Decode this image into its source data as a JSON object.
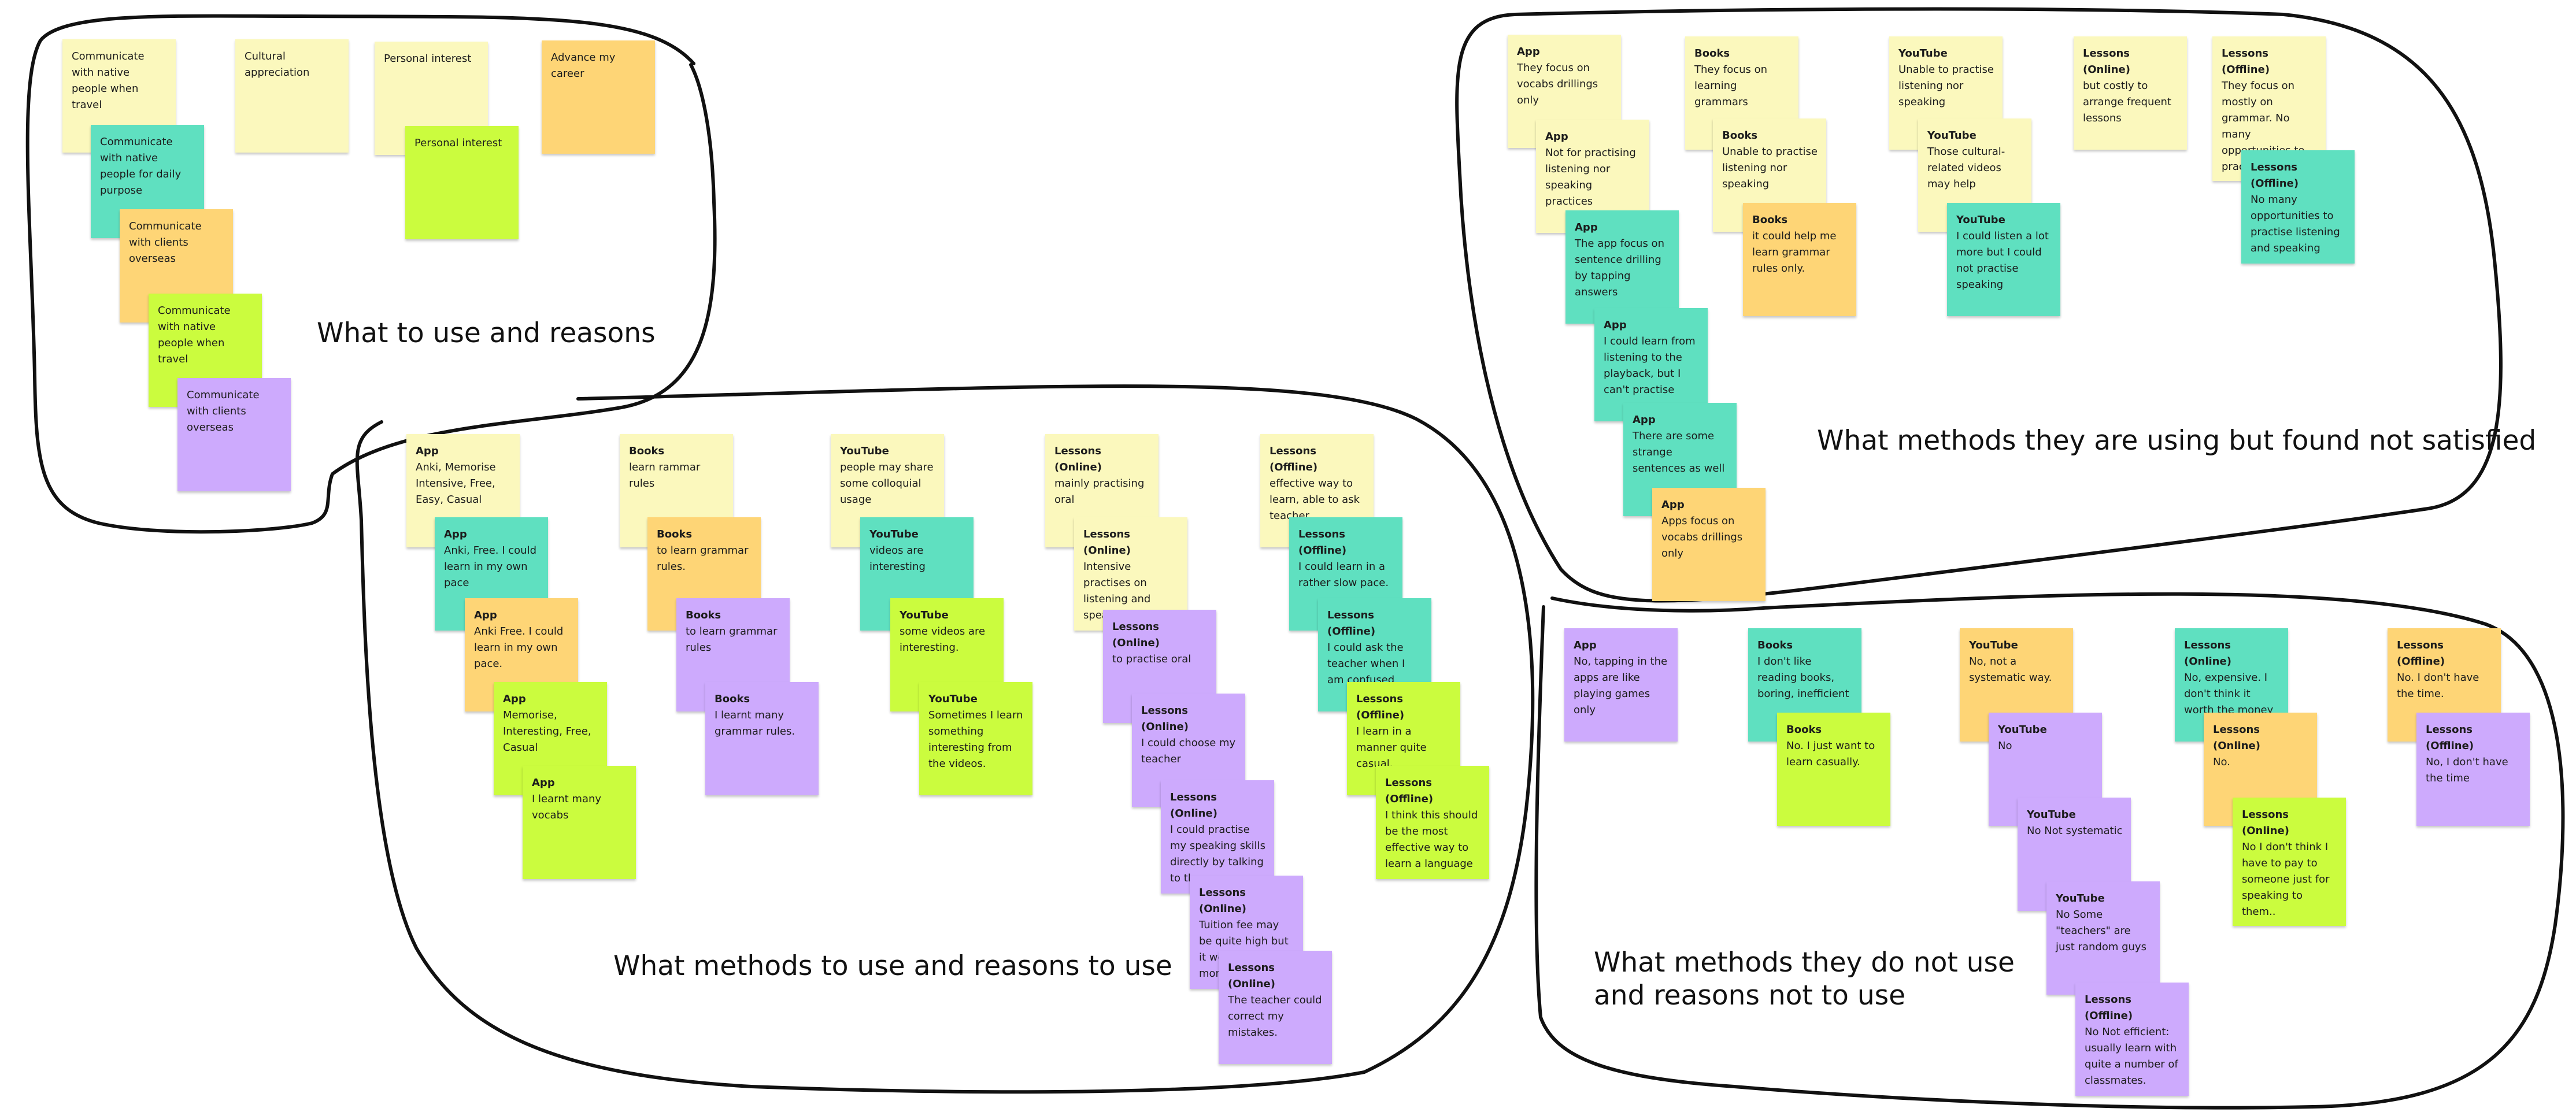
{
  "board": {
    "section_labels": {
      "what_to_use": "What to use and reasons",
      "not_satisfied": "What methods they are using but found not satisfied",
      "use_reasons": "What methods to use and reasons to use",
      "not_use_line1": "What methods they do not use",
      "not_use_line2": "and reasons not to use"
    },
    "colors": {
      "yellow": "#fbf8bd",
      "teal": "#5fe0c0",
      "orange": "#fed576",
      "lime": "#cbfc3e",
      "purple": "#cdaafd",
      "outline": "#111111"
    },
    "notes": [
      {
        "title": "",
        "body": "Communicate with native people when travel",
        "color": "yellow"
      },
      {
        "title": "",
        "body": "Communicate with native people for daily purpose",
        "color": "teal"
      },
      {
        "title": "",
        "body": "Communicate with clients overseas",
        "color": "orange"
      },
      {
        "title": "",
        "body": "Communicate with native people when travel",
        "color": "lime"
      },
      {
        "title": "",
        "body": "Communicate with clients overseas",
        "color": "purple"
      },
      {
        "title": "",
        "body": "Cultural appreciation",
        "color": "yellow"
      },
      {
        "title": "",
        "body": "Personal interest",
        "color": "yellow"
      },
      {
        "title": "",
        "body": "Personal interest",
        "color": "lime"
      },
      {
        "title": "",
        "body": "Advance my career",
        "color": "orange"
      },
      {
        "title": "App",
        "body": "They focus on vocabs drillings only",
        "color": "yellow"
      },
      {
        "title": "App",
        "body": "Not for practising listening nor speaking practices",
        "color": "yellow"
      },
      {
        "title": "App",
        "body": "The app focus on sentence drilling by tapping answers",
        "color": "teal"
      },
      {
        "title": "App",
        "body": "I could learn from listening to the playback, but I can't practise",
        "color": "teal"
      },
      {
        "title": "App",
        "body": "There are some strange sentences as well",
        "color": "teal"
      },
      {
        "title": "App",
        "body": "Apps focus on vocabs drillings only",
        "color": "orange"
      },
      {
        "title": "Books",
        "body": "They focus on learning grammars",
        "color": "yellow"
      },
      {
        "title": "Books",
        "body": "Unable to practise listening nor speaking",
        "color": "yellow"
      },
      {
        "title": "Books",
        "body": "it could help me learn grammar rules only.",
        "color": "orange"
      },
      {
        "title": "YouTube",
        "body": "Unable to practise listening nor speaking",
        "color": "yellow"
      },
      {
        "title": "YouTube",
        "body": "Those cultural-related videos may help",
        "color": "yellow"
      },
      {
        "title": "YouTube",
        "body": "I could listen a lot more but I could not practise speaking",
        "color": "teal"
      },
      {
        "title": "Lessons (Online)",
        "body": "but costly to arrange frequent lessons",
        "color": "yellow"
      },
      {
        "title": "Lessons (Offline)",
        "body": "They focus on mostly on grammar. No many opportunities to practise speaking",
        "color": "yellow"
      },
      {
        "title": "Lessons (Offline)",
        "body": "No many opportunities to practise listening and speaking",
        "color": "teal"
      },
      {
        "title": "App",
        "body": "Anki, Memorise Intensive, Free, Easy, Casual",
        "color": "yellow"
      },
      {
        "title": "App",
        "body": "Anki, Free. I could learn in my own pace",
        "color": "teal"
      },
      {
        "title": "App",
        "body": "Anki Free. I could learn in my own pace.",
        "color": "orange"
      },
      {
        "title": "App",
        "body": "Memorise, Interesting, Free, Casual",
        "color": "lime"
      },
      {
        "title": "App",
        "body": "I learnt many vocabs",
        "color": "lime"
      },
      {
        "title": "Books",
        "body": "learn rammar rules",
        "color": "yellow"
      },
      {
        "title": "Books",
        "body": "to learn grammar rules.",
        "color": "orange"
      },
      {
        "title": "Books",
        "body": "to learn grammar rules",
        "color": "purple"
      },
      {
        "title": "Books",
        "body": "I learnt many grammar rules.",
        "color": "purple"
      },
      {
        "title": "YouTube",
        "body": "people may share some colloquial usage",
        "color": "yellow"
      },
      {
        "title": "YouTube",
        "body": "videos are interesting",
        "color": "teal"
      },
      {
        "title": "YouTube",
        "body": "some videos are interesting.",
        "color": "lime"
      },
      {
        "title": "YouTube",
        "body": "Sometimes I learn something interesting from the videos.",
        "color": "lime"
      },
      {
        "title": "Lessons (Online)",
        "body": "mainly practising oral",
        "color": "yellow"
      },
      {
        "title": "Lessons (Online)",
        "body": "Intensive practises on listening and speaking.",
        "color": "yellow"
      },
      {
        "title": "Lessons (Online)",
        "body": "to practise oral",
        "color": "purple"
      },
      {
        "title": "Lessons (Online)",
        "body": "I could choose my teacher",
        "color": "purple"
      },
      {
        "title": "Lessons (Online)",
        "body": "I could practise my speaking skills directly by talking to them.",
        "color": "purple"
      },
      {
        "title": "Lessons (Online)",
        "body": "Tuition fee may be quite high but it worth the money.",
        "color": "purple"
      },
      {
        "title": "Lessons (Online)",
        "body": "The teacher could correct my mistakes.",
        "color": "purple"
      },
      {
        "title": "Lessons (Offline)",
        "body": "effective way to learn, able to ask teacher",
        "color": "yellow"
      },
      {
        "title": "Lessons (Offline)",
        "body": "I could learn in a rather slow pace.",
        "color": "teal"
      },
      {
        "title": "Lessons (Offline)",
        "body": "I could ask the teacher when I am confused",
        "color": "teal"
      },
      {
        "title": "Lessons (Offline)",
        "body": "I learn in a manner quite casual.",
        "color": "lime"
      },
      {
        "title": "Lessons (Offline)",
        "body": "I think this should be the most effective way to learn a language",
        "color": "lime"
      },
      {
        "title": "App",
        "body": "No, tapping in the apps are like playing games only",
        "color": "purple"
      },
      {
        "title": "Books",
        "body": "I don't like reading books, boring, inefficient",
        "color": "teal"
      },
      {
        "title": "Books",
        "body": "No. I just want to learn casually.",
        "color": "lime"
      },
      {
        "title": "YouTube",
        "body": "No, not a systematic way.",
        "color": "orange"
      },
      {
        "title": "YouTube",
        "body": "No",
        "color": "purple"
      },
      {
        "title": "YouTube",
        "body": "No Not systematic",
        "color": "purple"
      },
      {
        "title": "YouTube",
        "body": "No Some \"teachers\" are just random guys",
        "color": "purple"
      },
      {
        "title": "Lessons (Offline)",
        "body": "No Not efficient: usually learn with quite a number of classmates.",
        "color": "purple"
      },
      {
        "title": "Lessons (Online)",
        "body": "No, expensive. I don't think it worth the money",
        "color": "teal"
      },
      {
        "title": "Lessons (Online)",
        "body": "No.",
        "color": "orange"
      },
      {
        "title": "Lessons (Online)",
        "body": "No I don't think I have to pay to someone just for speaking to them..",
        "color": "lime"
      },
      {
        "title": "Lessons (Offline)",
        "body": "No. I don't have the time.",
        "color": "orange"
      },
      {
        "title": "Lessons (Offline)",
        "body": "No, I don't have the time",
        "color": "purple"
      }
    ]
  }
}
